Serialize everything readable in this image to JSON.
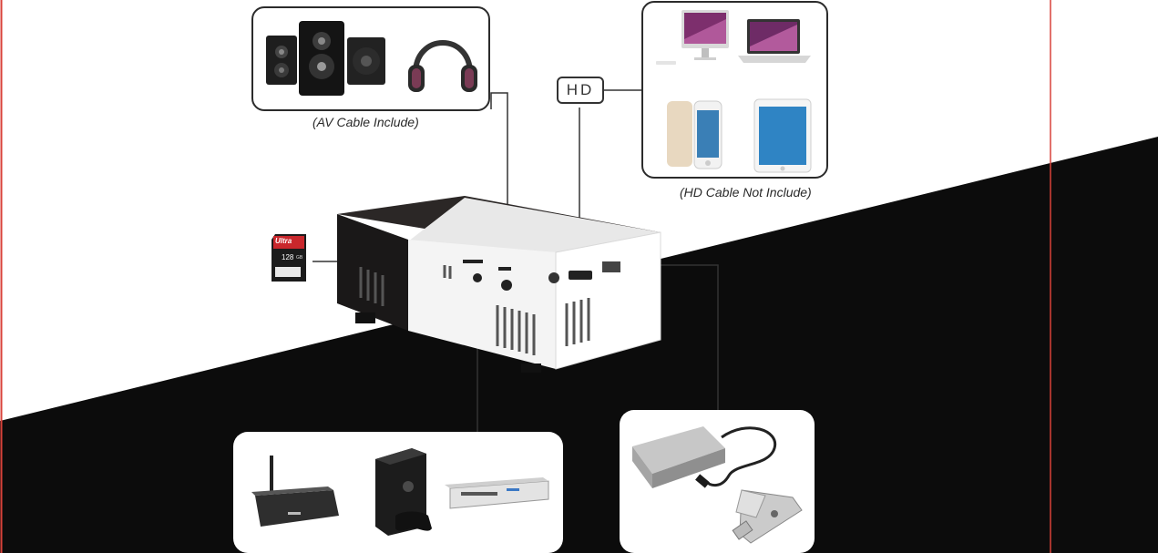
{
  "captions": {
    "av_cable": "(AV Cable Include)",
    "hd_cable": "(HD Cable Not Include)"
  },
  "ports": {
    "hd_label": "HD",
    "sd_card_brand": "Ultra",
    "sd_card_capacity": "128",
    "sd_card_unit": "GB"
  },
  "icons": {
    "av_devices": [
      "speakers-icon",
      "headphones-icon"
    ],
    "hd_devices": [
      "imac-icon",
      "macbook-icon",
      "iphone-icon",
      "ipad-icon"
    ],
    "av_sources": [
      "tv-box-icon",
      "xbox-console-icon",
      "dvd-player-icon"
    ],
    "usb_devices": [
      "external-hard-drive-icon",
      "usb-flash-drive-icon"
    ]
  },
  "colors": {
    "background_dark": "#0c0c0c",
    "background_light": "#ffffff",
    "frame_red": "#d9423a",
    "sd_red": "#c9272c"
  }
}
